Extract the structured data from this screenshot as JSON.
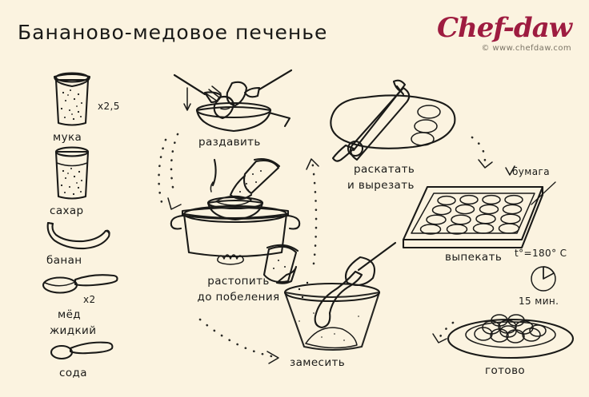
{
  "poster": {
    "title": "Бананово-медовое печенье",
    "background_color": "#fbf3e0",
    "ink_color": "#1a1a18"
  },
  "logo": {
    "brand": "Chef-daw",
    "url": "© www.chefdaw.com",
    "brand_color": "#9e1c40"
  },
  "ingredients": [
    {
      "name": "мука",
      "amount": "x2,5",
      "icon": "glass-of-flour-icon"
    },
    {
      "name": "сахар",
      "amount": "",
      "icon": "glass-of-sugar-icon"
    },
    {
      "name": "банан",
      "amount": "",
      "icon": "banana-icon"
    },
    {
      "name": "мёд",
      "name2": "жидкий",
      "amount": "x2",
      "icon": "spoon-of-honey-icon"
    },
    {
      "name": "сода",
      "amount": "",
      "icon": "spoon-of-soda-icon"
    }
  ],
  "steps": [
    {
      "id": "mash",
      "label": "раздавить",
      "label2": "",
      "icon": "bowl-with-forks-and-banana-icon"
    },
    {
      "id": "melt",
      "label": "растопить",
      "label2": "до побеления",
      "icon": "pot-water-bath-icon"
    },
    {
      "id": "knead",
      "label": "замесить",
      "label2": "",
      "icon": "mixing-bowl-icon"
    },
    {
      "id": "roll",
      "label": "раскатать",
      "label2": "и вырезать",
      "icon": "rolling-pin-dough-icon"
    },
    {
      "id": "bake",
      "label": "выпекать",
      "label2": "",
      "icon": "baking-tray-icon"
    },
    {
      "id": "done",
      "label": "готово",
      "label2": "",
      "icon": "plate-of-cookies-icon"
    }
  ],
  "annotations": {
    "paper": "бумага",
    "temperature": "t°=180° C",
    "time": "15 мин."
  },
  "colors": {
    "banana_yellow": "#f5dc43",
    "dough_cream": "#f7eec4",
    "pot_green": "#6f8f3f",
    "bowl_red": "#d6372a",
    "rolling_pin": "#d2821e",
    "cookie_gold": "#e7a44a",
    "honey": "#d79a2a",
    "metal_grey": "#b9c4cc",
    "tray_dark": "#5d6b3c",
    "glass_rim": "#7a2b33"
  }
}
